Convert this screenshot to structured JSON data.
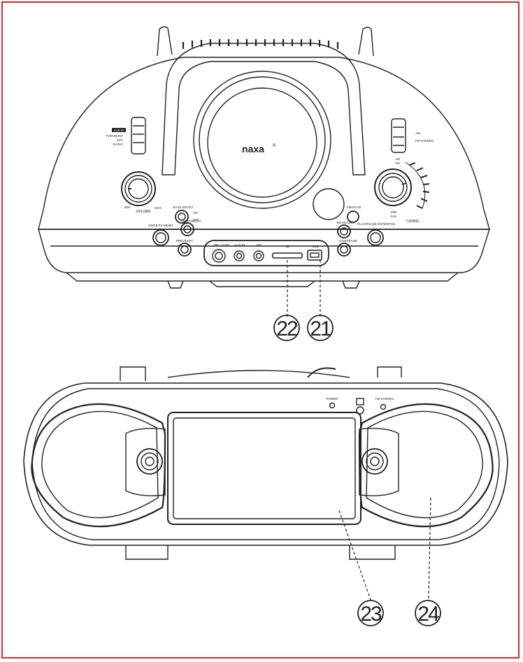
{
  "brand": "naxa",
  "brand_mark": "®",
  "top_unit": {
    "left_switch": {
      "badge": "AUX IN",
      "options": [
        "TV/DVD/INT",
        "OFF",
        "RADIO"
      ]
    },
    "right_switch": {
      "options": [
        "AM",
        "FM STEREO"
      ]
    },
    "volume": {
      "label": "VOLUME",
      "min": "MIN",
      "max": "MAX"
    },
    "tuning": {
      "label": "TUNING",
      "band_top": [
        "AM",
        "FM"
      ],
      "band_bottom": [
        "MW",
        "KHz"
      ]
    },
    "bass_boost": {
      "label": "BASS BOOST",
      "on": "ON",
      "off": "OFF"
    },
    "buttons": {
      "mode_prog": "MODE/TV MEMO",
      "next_right": "NEXT/RIGHT",
      "prev_left": "PREV/LEFT",
      "fm_scan": "FM/SCAN",
      "rev_down": "REV/DOWN",
      "play_pause": "PLAY/PAUSE ENTER/TAB",
      "stop_band": "STOP/BAND"
    },
    "panel": {
      "mic_level": "MIC LEVEL",
      "aux_in": "AUX IN",
      "mic": "MIC",
      "sd": "SD",
      "usb": "USB"
    }
  },
  "bottom_unit": {
    "indicators": {
      "power": "POWER",
      "fm_stereo": "FM STEREO"
    }
  },
  "callouts": [
    {
      "id": "22"
    },
    {
      "id": "21"
    },
    {
      "id": "23"
    },
    {
      "id": "24"
    }
  ]
}
